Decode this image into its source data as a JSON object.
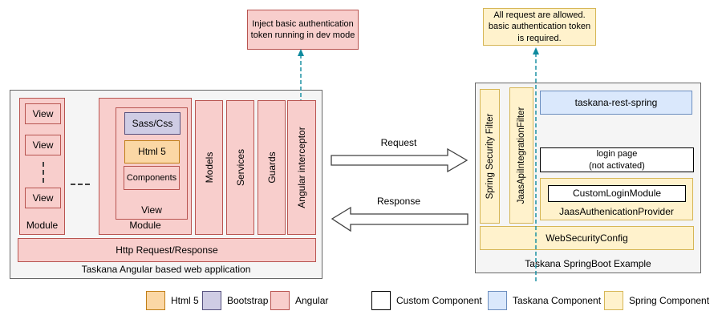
{
  "notes": {
    "left": "Inject basic authentication token running in dev mode",
    "right": "All request are allowed. basic authentication token is required."
  },
  "angular_app": {
    "title": "Taskana Angular based web application",
    "module1": {
      "label": "Module",
      "views": [
        "View",
        "View",
        "View"
      ]
    },
    "module2": {
      "label": "Module",
      "view": {
        "label": "View",
        "sass_css": "Sass/Css",
        "html5": "Html 5",
        "components": "Components"
      }
    },
    "columns": [
      "Models",
      "Services",
      "Guards",
      "Angular interceptor"
    ],
    "http_bar": "Http Request/Response"
  },
  "flow": {
    "request": "Request",
    "response": "Response"
  },
  "springboot_app": {
    "title": "Taskana SpringBoot Example",
    "filters": [
      "Spring Security Filter",
      "JaasApiIntegrationFilter"
    ],
    "taskana_rest_spring": "taskana-rest-spring",
    "login_page_line1": "login page",
    "login_page_line2": "(not activated)",
    "jaas_provider": "JaasAuthenicationProvider",
    "custom_login_module": "CustomLoginModule",
    "web_security_config": "WebSecurityConfig"
  },
  "legend": {
    "items": [
      {
        "label": "Html 5",
        "fill": "#fbd7a5",
        "border": "#c17f17"
      },
      {
        "label": "Bootstrap",
        "fill": "#cfcce4",
        "border": "#56517e"
      },
      {
        "label": "Angular",
        "fill": "#f8cecc",
        "border": "#b85450"
      },
      {
        "label": "Custom Component",
        "fill": "#ffffff",
        "border": "#000000"
      },
      {
        "label": "Taskana Component",
        "fill": "#dae8fc",
        "border": "#6c8ebf"
      },
      {
        "label": "Spring Component",
        "fill": "#fff2cc",
        "border": "#d6b656"
      }
    ]
  },
  "palette": {
    "angular_fill": "#f8cecc",
    "angular_border": "#b85450",
    "spring_fill": "#fff2cc",
    "spring_border": "#d6b656",
    "taskana_fill": "#dae8fc",
    "taskana_border": "#6c8ebf",
    "html5_fill": "#fbd7a5",
    "bootstrap_fill": "#cfcce4",
    "container_fill": "#f5f5f5",
    "note_arrow_teal": "#0e8a9e"
  }
}
